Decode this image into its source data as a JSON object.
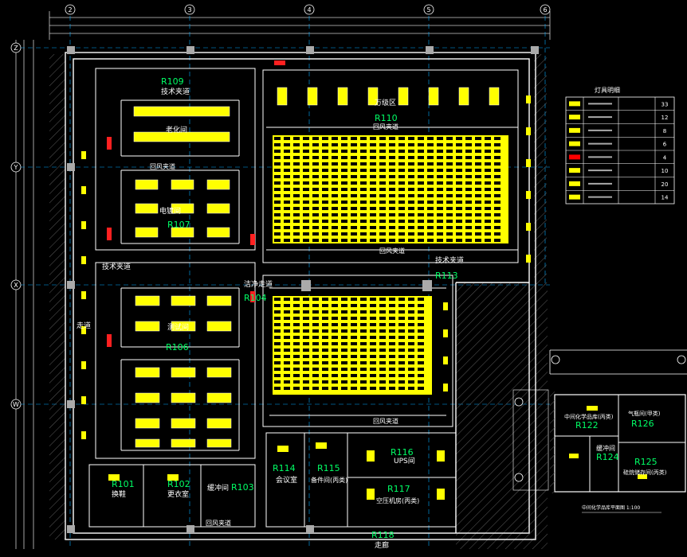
{
  "colors": {
    "background": "#000000",
    "wall": "#ffffff",
    "fixture": "#ffff00",
    "room_label": "#00ff66",
    "grid": "#00ffff",
    "marker": "#ff0000",
    "hatch": "#666666"
  },
  "grid_axes": {
    "top": [
      "2",
      "3",
      "4",
      "5",
      "6"
    ],
    "left": [
      "Z",
      "Y",
      "X",
      "W"
    ]
  },
  "rooms": [
    {
      "code": "R109",
      "name": "技术夹道"
    },
    {
      "code": "R110",
      "name": "万级区"
    },
    {
      "code": "R107",
      "name": "电镀间"
    },
    {
      "code": "R113",
      "name": "技术夹道"
    },
    {
      "code": "R104",
      "name": "洁净走道"
    },
    {
      "code": "R106",
      "name": "测试间"
    },
    {
      "code": "R101",
      "name": "换鞋"
    },
    {
      "code": "R102",
      "name": "更衣室"
    },
    {
      "code": "R103",
      "name": "缓冲间"
    },
    {
      "code": "R114",
      "name": "会议室"
    },
    {
      "code": "R115",
      "name": "备件间(丙类)"
    },
    {
      "code": "R116",
      "name": "UPS间"
    },
    {
      "code": "R117",
      "name": "空压机房(丙类)"
    },
    {
      "code": "R118",
      "name": "走廊"
    },
    {
      "code": "R122",
      "name": "中间化学品库(丙类)"
    },
    {
      "code": "R126",
      "name": "气瓶间(甲类)"
    },
    {
      "code": "R124",
      "name": "缓冲间"
    },
    {
      "code": "R125",
      "name": "硅烷储存间(丙类)"
    }
  ],
  "labels": {
    "aging_room": "老化间",
    "return_air": "回风夹道",
    "corridor": "走道",
    "side_note": "技术夹道",
    "inset_title": "中间化学品库平面图 1:100"
  },
  "legend": {
    "title": "灯具明细",
    "rows": [
      {
        "qty": "33"
      },
      {
        "qty": "12"
      },
      {
        "qty": "8"
      },
      {
        "qty": "6"
      },
      {
        "qty": "4"
      },
      {
        "qty": "10"
      },
      {
        "qty": "20"
      },
      {
        "qty": "14"
      }
    ]
  }
}
